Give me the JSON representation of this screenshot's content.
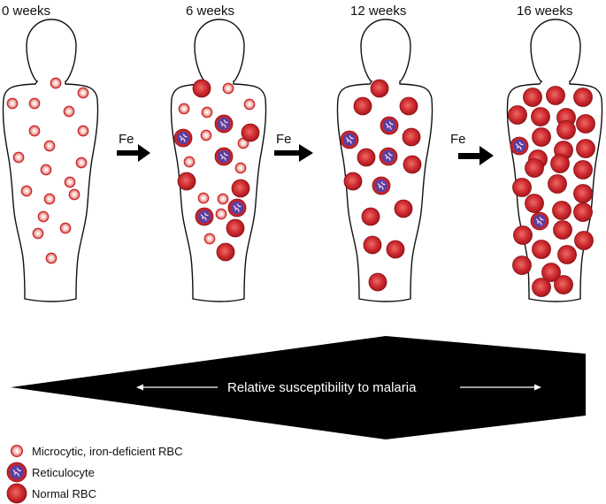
{
  "timepoints": [
    {
      "label": "0 weeks",
      "microcytic": 20,
      "reticulocyte": 0,
      "normal": 0
    },
    {
      "label": "6 weeks",
      "microcytic": 12,
      "reticulocyte": 5,
      "normal": 6
    },
    {
      "label": "12 weeks",
      "microcytic": 0,
      "reticulocyte": 4,
      "normal": 12
    },
    {
      "label": "16 weeks",
      "microcytic": 0,
      "reticulocyte": 2,
      "normal": 30
    }
  ],
  "arrow_label": "Fe",
  "susceptibility_label": "Relative susceptibility to malaria",
  "legend": [
    {
      "type": "microcytic",
      "label": "Microcytic, iron-deficient RBC"
    },
    {
      "type": "reticulocyte",
      "label": "Reticulocyte"
    },
    {
      "type": "normal",
      "label": "Normal RBC"
    }
  ],
  "colors": {
    "cell_red": "#c8242b",
    "cell_highlight": "#f3b3b0",
    "reticulocyte_purple": "#5b3fa0",
    "outline": "#111111",
    "wedge": "#000000"
  }
}
